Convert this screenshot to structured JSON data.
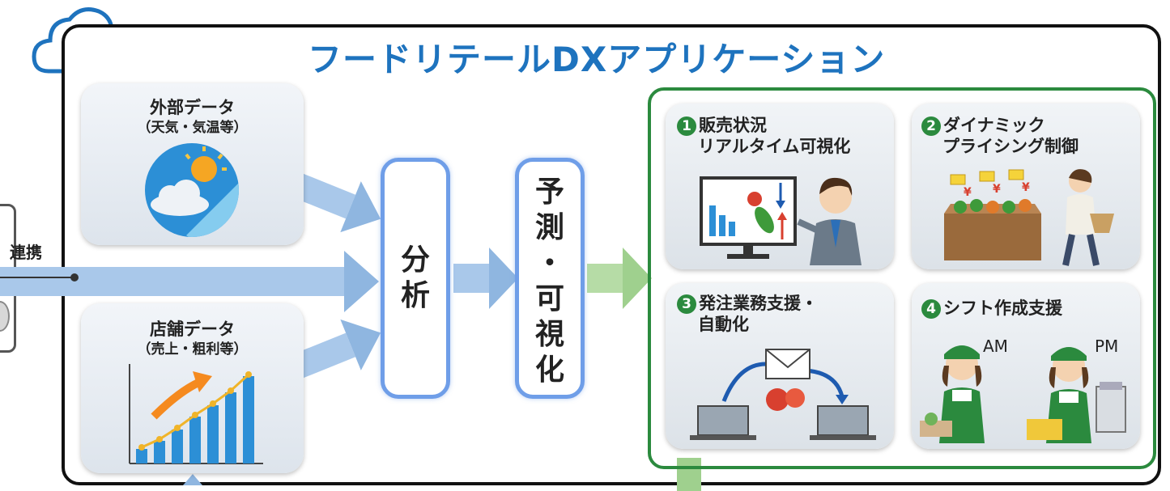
{
  "title": "フードリテールDXアプリケーション",
  "link_label": "連携",
  "external_data": {
    "title": "外部データ",
    "subtitle": "（天気・気温等）"
  },
  "store_data": {
    "title": "店舗データ",
    "subtitle": "（売上・粗利等）"
  },
  "analysis": {
    "chars": [
      "分",
      "析"
    ]
  },
  "forecast": {
    "chars": [
      "予",
      "測",
      "・",
      "可",
      "視",
      "化"
    ]
  },
  "features": [
    {
      "num": "1",
      "lines": [
        "販売状況",
        "リアルタイム可視化"
      ]
    },
    {
      "num": "2",
      "lines": [
        "ダイナミック",
        "プライシング制御"
      ]
    },
    {
      "num": "3",
      "lines": [
        "発注業務支援・",
        "自動化"
      ]
    },
    {
      "num": "4",
      "lines": [
        "シフト作成支援"
      ]
    }
  ],
  "shift_labels": {
    "am": "AM",
    "pm": "PM"
  },
  "colors": {
    "title": "#1e73be",
    "arrow_blue": "#8fb6e0",
    "arrow_green": "#9fd08e",
    "frame_green": "#2b8a3e",
    "box_border": "#6f9ee8"
  }
}
